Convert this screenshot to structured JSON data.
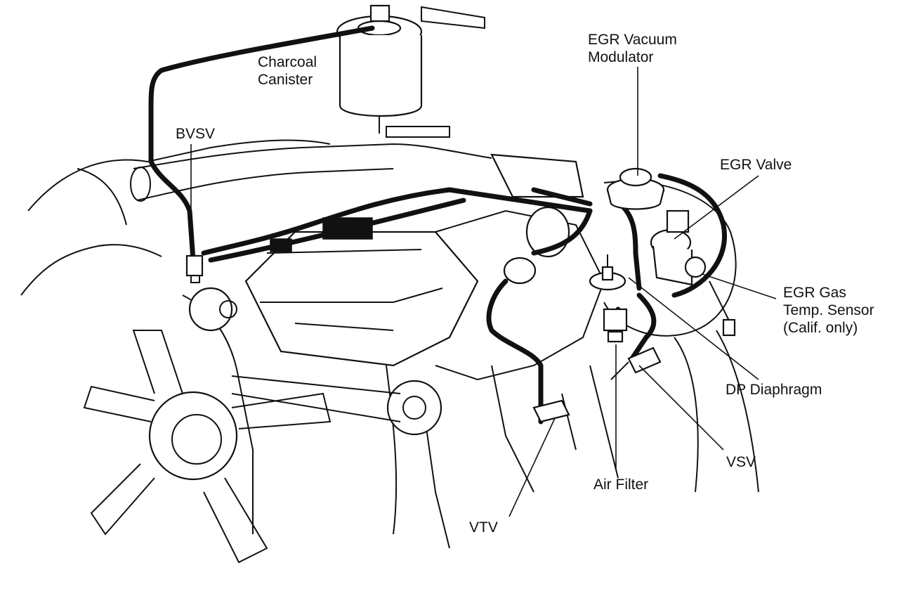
{
  "labels": {
    "egr_vacuum_modulator": [
      "EGR Vacuum",
      "Modulator"
    ],
    "charcoal_canister": [
      "Charcoal",
      "Canister"
    ],
    "bvsv": "BVSV",
    "egr_valve": "EGR Valve",
    "egr_gas_temp_sensor": [
      "EGR Gas",
      "Temp. Sensor",
      "(Calif. only)"
    ],
    "dp_diaphragm": "DP Diaphragm",
    "vsv": "VSV",
    "air_filter": "Air Filter",
    "vtv": "VTV"
  },
  "colors": {
    "ink": "#111111",
    "paper": "#ffffff"
  }
}
